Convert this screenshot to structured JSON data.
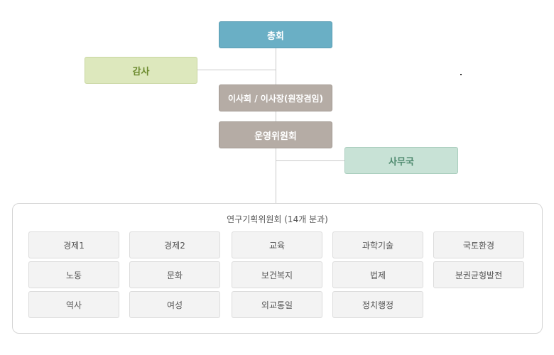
{
  "nodes": {
    "general_assembly": "총회",
    "audit": "감사",
    "board": "이사회 / 이사장(원장겸임)",
    "steering_committee": "운영위원회",
    "secretariat": "사무국"
  },
  "committee": {
    "title": "연구기획위원회 (14개 분과)",
    "divisions": [
      "경제1",
      "경제2",
      "교육",
      "과학기술",
      "국토환경",
      "노동",
      "문화",
      "보건복지",
      "법제",
      "분권균형발전",
      "역사",
      "여성",
      "외교통일",
      "정치행정"
    ]
  },
  "colors": {
    "general_assembly": "#6aafc5",
    "audit": "#dde8bd",
    "board": "#b5aca5",
    "steering_committee": "#b5aca5",
    "secretariat": "#c8e2d6"
  }
}
